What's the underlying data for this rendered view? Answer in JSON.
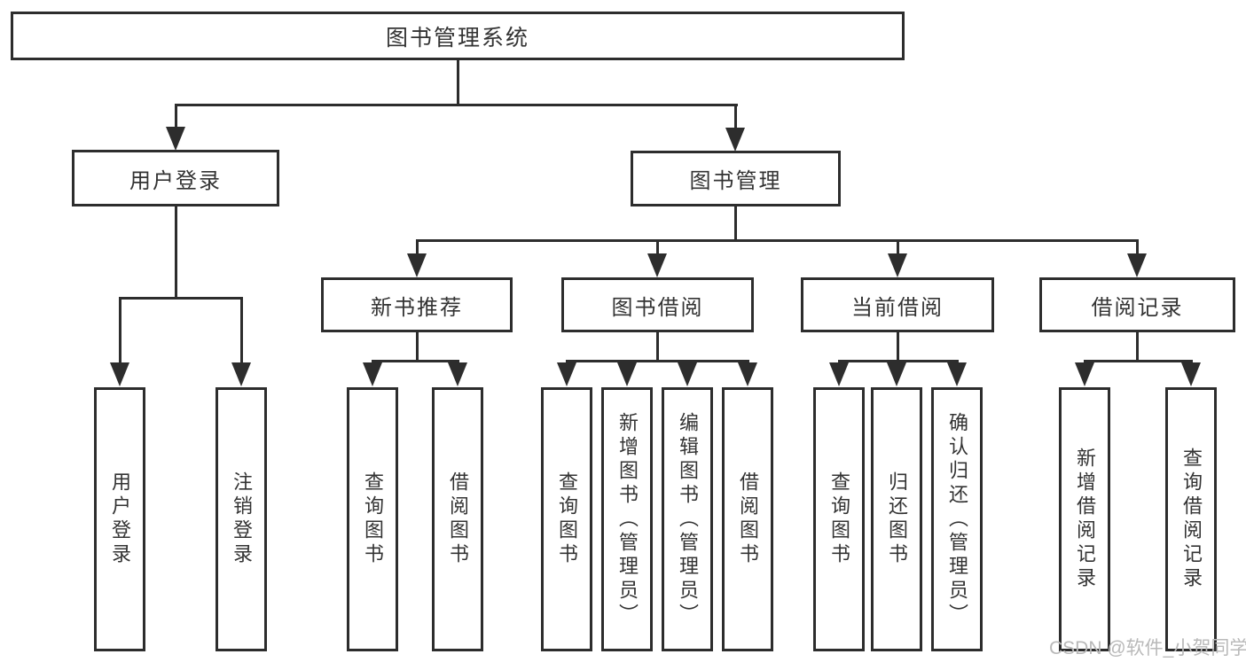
{
  "diagram": {
    "title": "图书管理系统",
    "level2": {
      "user_login": "用户登录",
      "book_management": "图书管理"
    },
    "level3": [
      "新书推荐",
      "图书借阅",
      "当前借阅",
      "借阅记录"
    ],
    "leaves": {
      "user_login": [
        "用户登录",
        "注销登录"
      ],
      "new_book_recommend": [
        "查询图书",
        "借阅图书"
      ],
      "book_borrowing": [
        "查询图书",
        "新增图书（管理员）",
        "编辑图书（管理员）",
        "借阅图书"
      ],
      "current_borrowing": [
        "查询图书",
        "归还图书",
        "确认归还（管理员）"
      ],
      "borrowing_records": [
        "新增借阅记录",
        "查询借阅记录"
      ]
    }
  },
  "watermark": "CSDN @软件_小贺同学",
  "colors": {
    "line": "#2d2d2d",
    "text": "#333333",
    "box_background": "#ffffff",
    "page_background": "#ffffff",
    "watermark": "#b9b9b9"
  }
}
